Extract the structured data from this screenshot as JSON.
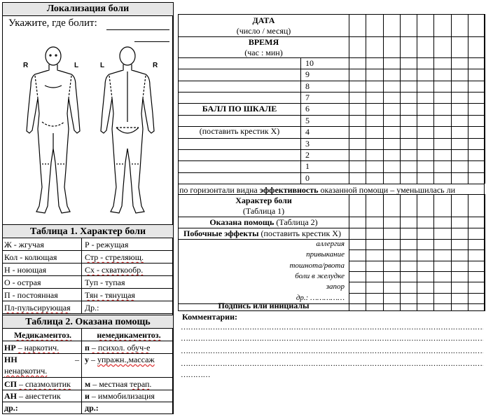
{
  "left": {
    "pain_location_title": "Локализация боли",
    "where_prompt": "Укажите, где болит:",
    "side_labels": [
      "R",
      "L",
      "L",
      "R"
    ],
    "table1": {
      "title": "Таблица 1. Характер боли",
      "rows": [
        [
          "Ж - жгучая",
          "Р - режущая"
        ],
        [
          "Кол - колющая",
          "Стр - стреляющ."
        ],
        [
          "Н - ноющая",
          "Сх - схваткообр."
        ],
        [
          "О - острая",
          "Туп - тупая"
        ],
        [
          "П - постоянная",
          "Тян - тянущая"
        ],
        [
          "Пл-пульсирующая",
          "Др.:"
        ]
      ]
    },
    "table2": {
      "title": "Таблица 2. Оказана помощь",
      "headers": [
        "Медикаментоз.",
        "немедикаментоз."
      ],
      "rows": [
        [
          "НР – наркотич.",
          "п – психол. обуч-е"
        ],
        [
          "НН – ненаркотич.",
          "у – упражн.,массаж"
        ],
        [
          "СП – спазмолитик",
          "м – местная терап."
        ],
        [
          "АН – анестетик",
          "и – иммобилизация"
        ],
        [
          "др.:",
          "др.:"
        ]
      ]
    }
  },
  "right": {
    "date_label": "ДАТА",
    "date_sub": "(число / месяц)",
    "time_label": "ВРЕМЯ",
    "time_sub": "(час : мин)",
    "score_label": "БАЛЛ ПО ШКАЛЕ",
    "score_sub": "(поставить крестик Х)",
    "scale": [
      "10",
      "9",
      "8",
      "7",
      "6",
      "5",
      "4",
      "3",
      "2",
      "1",
      "0"
    ],
    "efficacy_note_pre": "по горизонтали видна ",
    "efficacy_note_bold": "эффективность",
    "efficacy_note_post": " оказанной помощи – уменьшилась ли",
    "pain_character_label": "Характер боли",
    "pain_character_sub": "(Таблица 1)",
    "help_label": "Оказана помощь",
    "help_sub": "(Таблица 2)",
    "side_effects_label": "Побочные эффекты",
    "side_effects_sub": "(поставить крестик Х)",
    "side_effects": [
      "аллергия",
      "привыкание",
      "тошнота/рвота",
      "боли в желудке",
      "запор",
      "др.: ……………"
    ],
    "signature_label": "Подпись или инициалы",
    "comments_label": "Комментарии:",
    "comment_lines": [
      "……………………………………………………………………………………………………………………………",
      "…………………………………………………………………………………………………………………………………",
      "…………………………………………………………………………………………………………………………………",
      "…………………………………………………………………………………………………………………………………",
      "…………"
    ]
  }
}
